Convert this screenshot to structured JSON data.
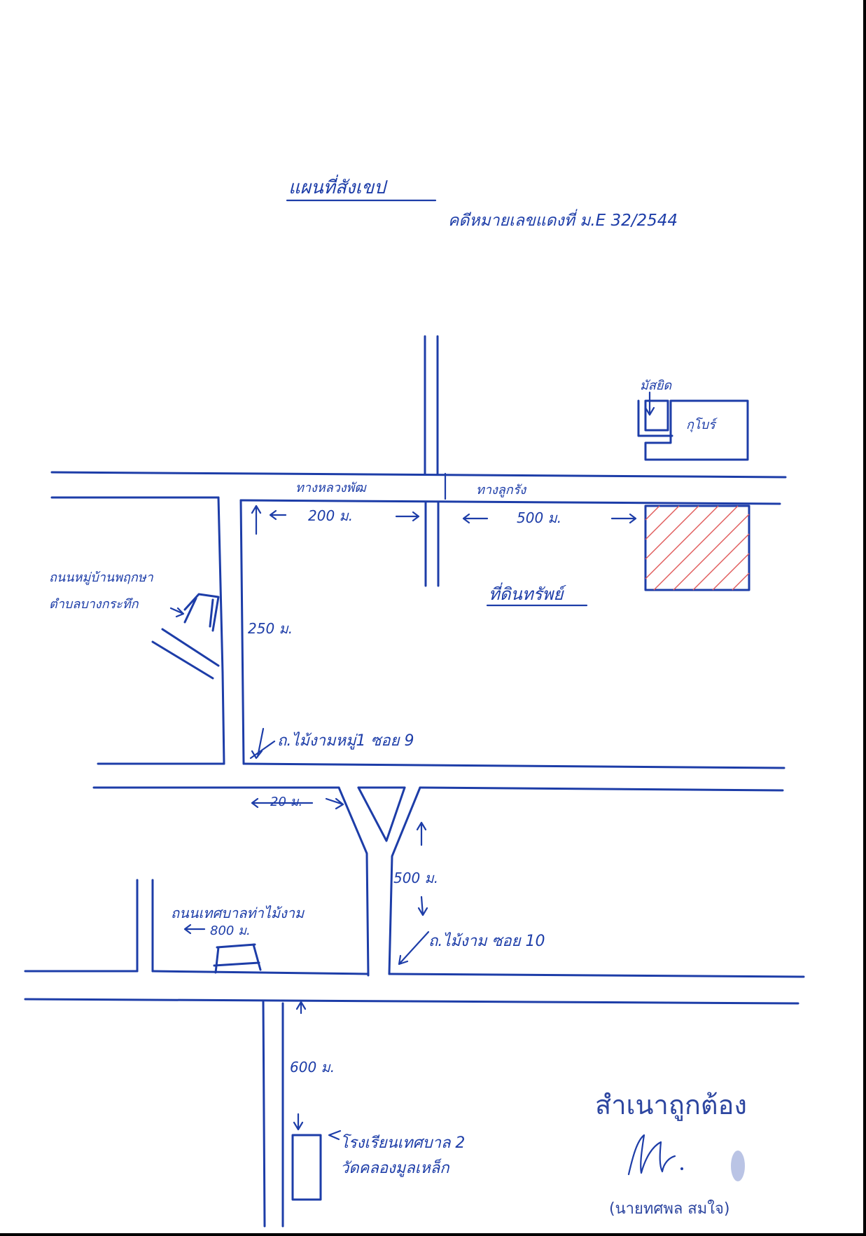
{
  "map": {
    "title": "แผนที่สังเขป",
    "case_ref": "คดีหมายเลขแดงที่ ม.E 32/2544",
    "labels": {
      "mosque": "มัสยิด",
      "tomb": "กุโบร์",
      "road_main_left": "ทางหลวงพัฒ",
      "road_main_right": "ทางลูกรัง",
      "dist_200": "200 ม.",
      "dist_500_top": "500 ม.",
      "property": "ที่ดินทรัพย์",
      "village_label_line1": "ถนนหมู่บ้านพฤกษา",
      "village_label_line2": "ตำบลบางกระทึก",
      "dist_250": "250 ม.",
      "soi_9": "ถ.ไม้งามหมู่1 ซอย 9",
      "dist_20": "20 ม.",
      "dist_500_mid": "500 ม.",
      "school": "ถนนเทศบาลท่าไม้งาม",
      "dist_800": "800 ม.",
      "soi_10": "ถ.ไม้งาม ซอย 10",
      "dist_600": "600 ม.",
      "hospital_line1": "โรงเรียนเทศบาล 2",
      "hospital_line2": "วัดคลองมูลเหล็ก"
    }
  },
  "certification": {
    "stamp": "สำเนาถูกต้อง",
    "name": "(นายทศพล สมใจ)"
  }
}
